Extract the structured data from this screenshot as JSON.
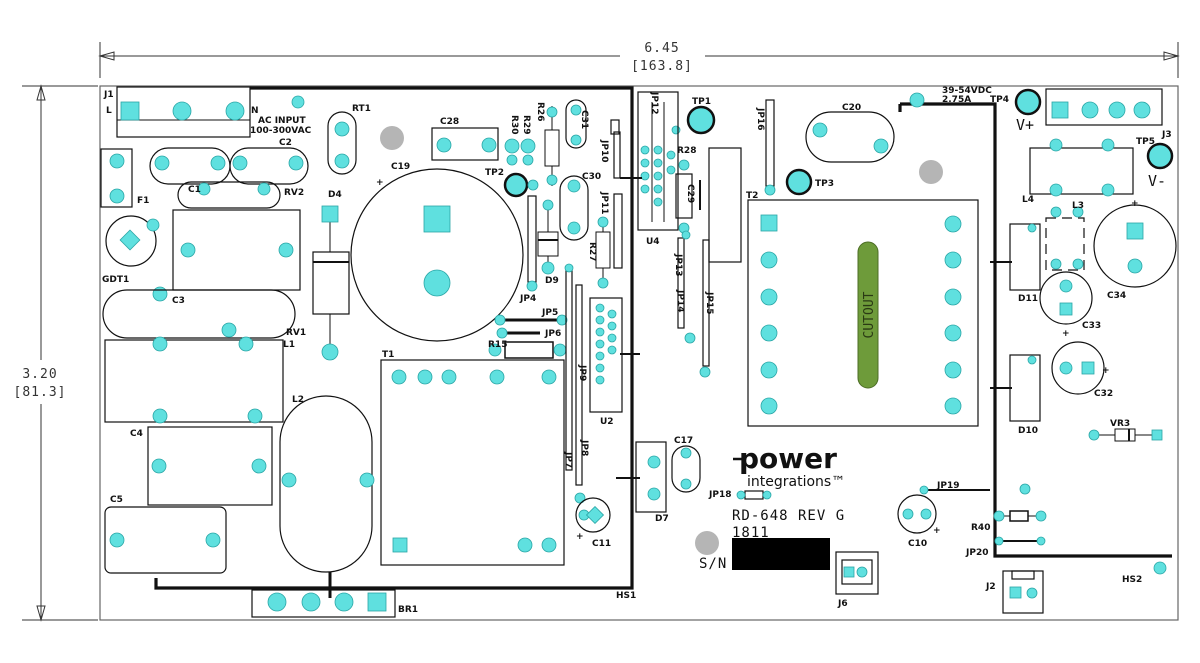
{
  "dimensions": {
    "width_in": "6.45",
    "width_mm": "[163.8]",
    "height_in": "3.20",
    "height_mm": "[81.3]"
  },
  "labels": {
    "J1": "J1",
    "L": "L",
    "N": "N",
    "ac_input": "AC INPUT",
    "ac_range": "100-300VAC",
    "RT1": "RT1",
    "C1": "C1",
    "C2": "C2",
    "F1": "F1",
    "RV2": "RV2",
    "GDT1": "GDT1",
    "C3": "C3",
    "RV1": "RV1",
    "L1": "L1",
    "C4": "C4",
    "C5": "C5",
    "L2": "L2",
    "BR1": "BR1",
    "D4": "D4",
    "C19": "C19",
    "C28": "C28",
    "R30": "R30",
    "R29": "R29",
    "R26": "R26",
    "C31": "C31",
    "TP2": "TP2",
    "JP10": "JP10",
    "JP11": "JP11",
    "C30": "C30",
    "R27": "R27",
    "D9": "D9",
    "JP4": "JP4",
    "JP5": "JP5",
    "JP6": "JP6",
    "R15": "R15",
    "T1": "T1",
    "JP9": "JP9",
    "JP7": "JP7",
    "JP8": "JP8",
    "U2": "U2",
    "C11": "C11",
    "HS1": "HS1",
    "JP12": "JP12",
    "TP1": "TP1",
    "R28": "R28",
    "U4": "U4",
    "JP13": "JP13",
    "JP14": "JP14",
    "JP15": "JP15",
    "JP16": "JP16",
    "C20": "C20",
    "TP3": "TP3",
    "T2": "T2",
    "C17": "C17",
    "D7": "D7",
    "JP18": "JP18",
    "cutout": "CUTOUT",
    "vout_range": "39-54VDC",
    "iout": "2.75A",
    "TP4": "TP4",
    "Vplus": "V+",
    "J3": "J3",
    "TP5": "TP5",
    "Vminus": "V-",
    "L4": "L4",
    "L3": "L3",
    "C34": "C34",
    "D11": "D11",
    "C33": "C33",
    "C32": "C32",
    "D10": "D10",
    "VR3": "VR3",
    "JP19": "JP19",
    "C10": "C10",
    "R40": "R40",
    "JP20": "JP20",
    "J2": "J2",
    "HS2": "HS2",
    "J6": "J6",
    "C29": "C29"
  },
  "logo": {
    "line1": "power",
    "line2": "integrations™"
  },
  "board_text": {
    "rev": "RD-648  REV G",
    "date_code": "1811",
    "sn": "S/N"
  },
  "colors": {
    "pad": "#5fe0df",
    "board_outline": "#111111",
    "cutout": "#6e9b3a",
    "hole": "#b5b5b5"
  }
}
